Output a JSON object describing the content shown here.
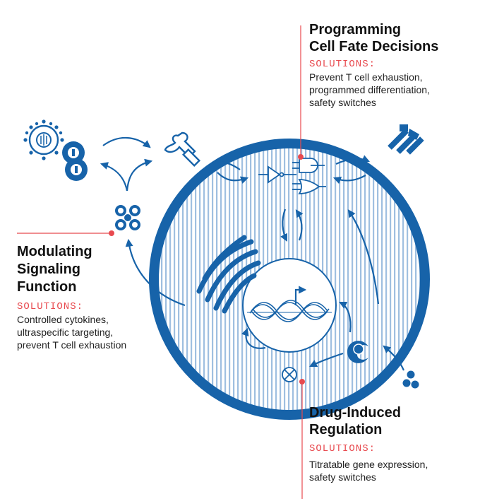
{
  "sections": {
    "programming": {
      "title_line1": "Programming",
      "title_line2": "Cell Fate Decisions",
      "solutions_label": "SOLUTIONS:",
      "body_line1": "Prevent T cell exhaustion,",
      "body_line2": "programmed differentiation,",
      "body_line3": "safety switches"
    },
    "modulating": {
      "title_line1": "Modulating",
      "title_line2": "Signaling",
      "title_line3": "Function",
      "solutions_label": "SOLUTIONS:",
      "body_line1": "Controlled cytokines,",
      "body_line2": "ultraspecific targeting,",
      "body_line3": "prevent T cell exhaustion"
    },
    "drug": {
      "title_line1": "Drug-Induced",
      "title_line2": "Regulation",
      "solutions_label": "SOLUTIONS:",
      "body_line1": "Titratable gene expression,",
      "body_line2": "safety switches"
    }
  },
  "colors": {
    "blue": "#1763a9",
    "light_blue": "#bcd3ea",
    "accent_red": "#e84a4f",
    "text": "#111111"
  },
  "icons": [
    "virus-icon",
    "target-cell-icon",
    "receptor-icon",
    "logic-gate-icon",
    "dna-icon",
    "nucleus-icon",
    "endoplasmic-reticulum-icon",
    "drug-molecule-icon",
    "car-receptor-icon",
    "signal-complex-icon",
    "proteasome-icon",
    "inhibitor-icon"
  ]
}
